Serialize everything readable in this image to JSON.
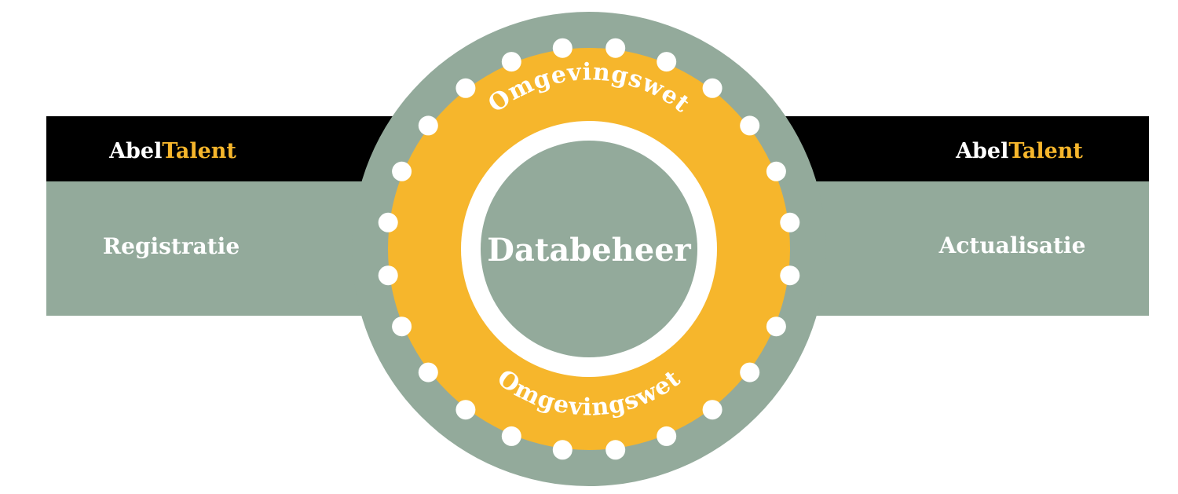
{
  "brand": {
    "left": {
      "part1": "Abel",
      "part2": "Talent"
    },
    "right": {
      "part1": "Abel",
      "part2": "Talent"
    }
  },
  "labels": {
    "left": "Registratie",
    "right": "Actualisatie",
    "center": "Databeheer",
    "ring_top": "Omgevingswet",
    "ring_bottom": "Omgevingswet"
  },
  "colors": {
    "sage": "#93aa9b",
    "yellow": "#f6b62c",
    "black": "#000000",
    "white": "#ffffff"
  },
  "ring": {
    "dot_count": 24
  }
}
